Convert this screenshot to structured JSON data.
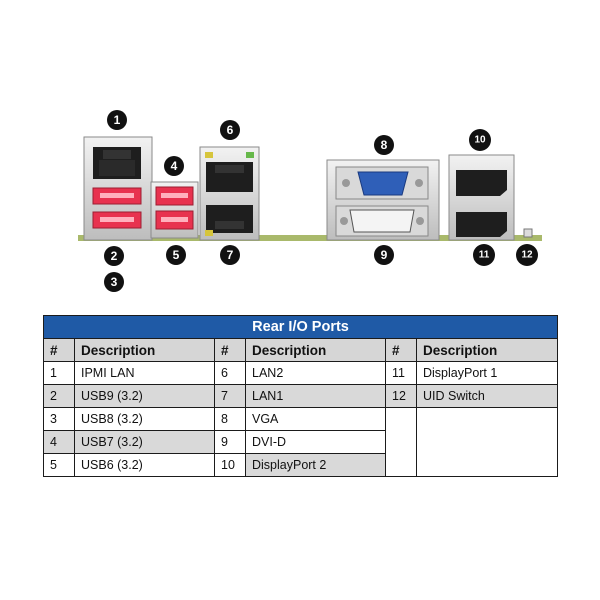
{
  "callouts": [
    "1",
    "2",
    "3",
    "4",
    "5",
    "6",
    "7",
    "8",
    "9",
    "10",
    "11",
    "12"
  ],
  "table": {
    "title": "Rear I/O Ports",
    "headers": [
      "#",
      "Description",
      "#",
      "Description",
      "#",
      "Description"
    ],
    "rows": [
      {
        "n1": "1",
        "d1": "IPMI LAN",
        "n2": "6",
        "d2": "LAN2",
        "n3": "11",
        "d3": "DisplayPort 1"
      },
      {
        "n1": "2",
        "d1": "USB9 (3.2)",
        "n2": "7",
        "d2": "LAN1",
        "n3": "12",
        "d3": "UID Switch"
      },
      {
        "n1": "3",
        "d1": "USB8 (3.2)",
        "n2": "8",
        "d2": "VGA",
        "n3": "",
        "d3": ""
      },
      {
        "n1": "4",
        "d1": "USB7 (3.2)",
        "n2": "9",
        "d2": "DVI-D",
        "n3": "",
        "d3": ""
      },
      {
        "n1": "5",
        "d1": "USB6 (3.2)",
        "n2": "10",
        "d2": "DisplayPort 2",
        "n3": "",
        "d3": ""
      }
    ]
  },
  "colors": {
    "header_blue": "#1f5aa6",
    "usb_red": "#e8324f",
    "pcb_green": "#a9b96b",
    "vga_blue": "#2f5fb8"
  }
}
